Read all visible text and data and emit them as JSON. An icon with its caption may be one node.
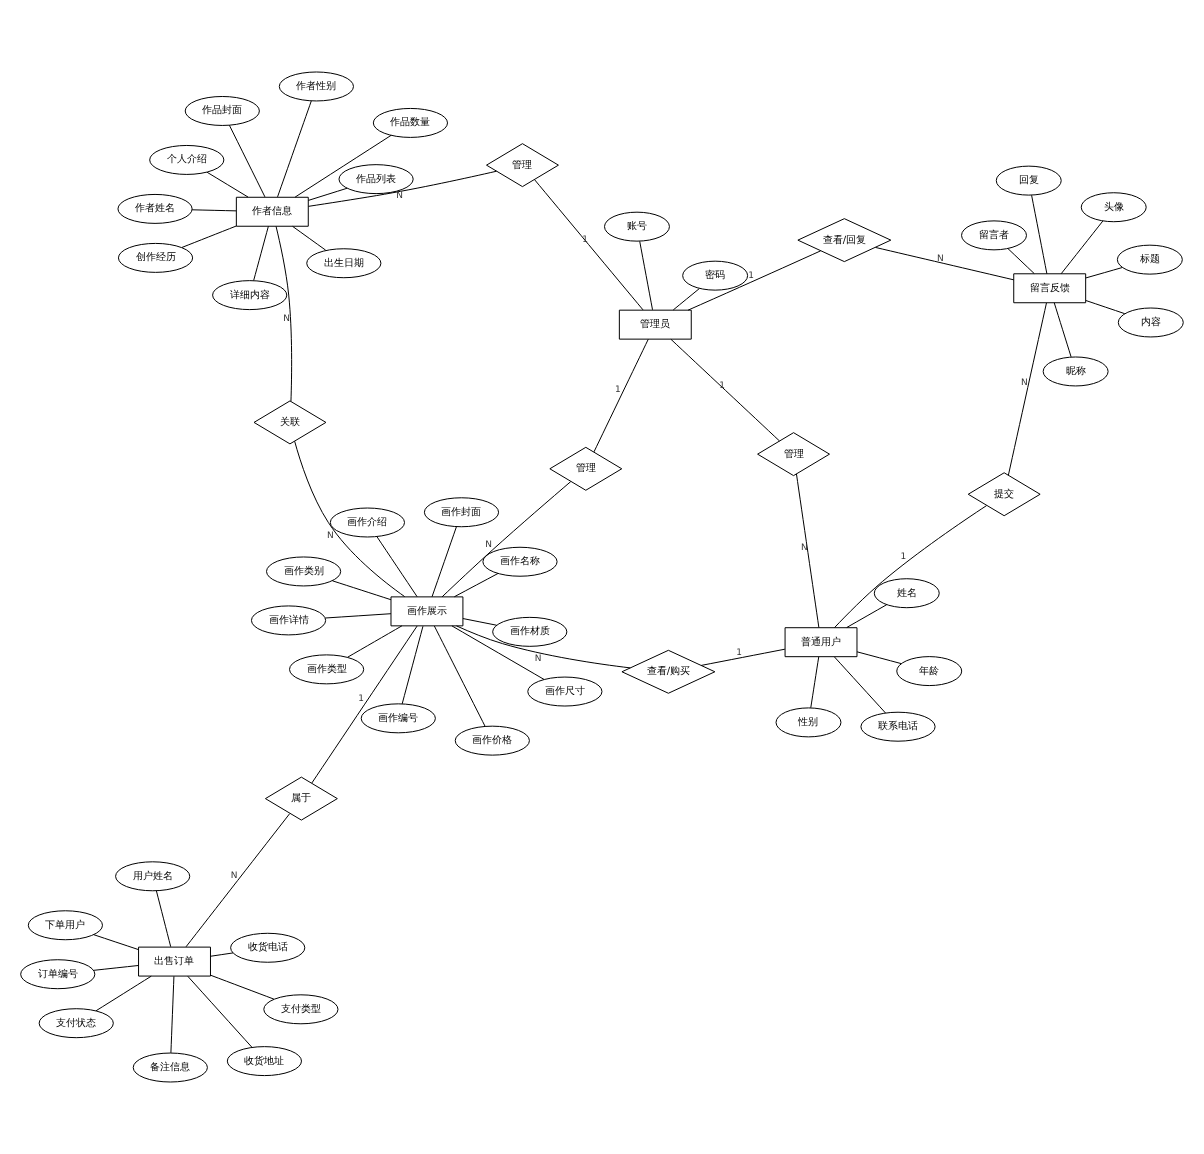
{
  "diagram": {
    "nodes": [
      {
        "text": [
          "收货电话"
        ]
      },
      {
        "text": [
          "备注信息"
        ]
      },
      {
        "text": [
          "收货地址"
        ]
      },
      {
        "text": [
          "支付状态"
        ]
      },
      {
        "text": [
          "用户姓名"
        ]
      },
      {
        "text": [
          "出售订单"
        ]
      },
      {
        "text": [
          "支付类型"
        ]
      },
      {
        "text": [
          "下单用户"
        ]
      },
      {
        "text": [
          "订单编号"
        ]
      },
      {
        "text": [
          "画作尺寸"
        ]
      },
      {
        "text": [
          "属于"
        ]
      },
      {
        "text": [
          "作品数量"
        ]
      },
      {
        "text": [
          "出生日期"
        ]
      },
      {
        "text": [
          "画作材质"
        ]
      },
      {
        "text": [
          "画作价格"
        ]
      },
      {
        "text": [
          "作品封面"
        ]
      },
      {
        "text": [
          "作者性别"
        ]
      },
      {
        "text": [
          "画作介绍"
        ]
      },
      {
        "text": [
          "画作封面"
        ]
      },
      {
        "text": [
          "创作经历"
        ]
      },
      {
        "text": [
          "作者姓名"
        ]
      },
      {
        "text": [
          "画作详情"
        ]
      },
      {
        "text": [
          "画作类别"
        ]
      },
      {
        "text": [
          "个人介绍"
        ]
      },
      {
        "text": [
          "作者信息"
        ]
      },
      {
        "text": [
          "关联"
        ]
      },
      {
        "text": [
          "画作展示"
        ]
      },
      {
        "text": [
          "画作类型"
        ]
      },
      {
        "text": [
          "作品列表"
        ]
      },
      {
        "text": [
          "画作名称"
        ]
      },
      {
        "text": [
          "管理"
        ]
      },
      {
        "text": [
          "管理"
        ]
      },
      {
        "text": [
          "查看/购买"
        ]
      },
      {
        "text": [
          "画作编号"
        ]
      },
      {
        "text": [
          "详细内容"
        ]
      },
      {
        "text": [
          "联系电话"
        ]
      },
      {
        "text": [
          "管理员"
        ]
      },
      {
        "text": [
          "管理"
        ]
      },
      {
        "text": [
          "普通用户"
        ]
      },
      {
        "text": [
          "姓名"
        ]
      },
      {
        "text": [
          "年龄"
        ]
      },
      {
        "text": [
          "账号"
        ]
      },
      {
        "text": [
          "密码"
        ]
      },
      {
        "text": [
          "性别"
        ]
      },
      {
        "text": [
          "查看/回复"
        ]
      },
      {
        "text": [
          "提交"
        ]
      },
      {
        "text": [
          "留言反馈"
        ]
      },
      {
        "text": [
          "标题"
        ]
      },
      {
        "text": [
          "回复"
        ]
      },
      {
        "text": [
          "内容"
        ]
      },
      {
        "text": [
          "留言者"
        ]
      },
      {
        "text": [
          "头像"
        ]
      },
      {
        "text": [
          "昵称"
        ]
      }
    ],
    "edges": [
      {
        "from": 5,
        "to": 1,
        "arrow": "none"
      },
      {
        "from": 5,
        "to": 0,
        "arrow": "none"
      },
      {
        "from": 5,
        "to": 2,
        "arrow": "none"
      },
      {
        "from": 5,
        "to": 3,
        "arrow": "none"
      },
      {
        "from": 5,
        "to": 6,
        "arrow": "none"
      },
      {
        "from": 5,
        "to": 4,
        "arrow": "none"
      },
      {
        "from": 5,
        "to": 7,
        "arrow": "none"
      },
      {
        "from": 5,
        "to": 8,
        "arrow": "none"
      },
      {
        "from": 5,
        "to": 10,
        "arrow": "none",
        "label": "N"
      },
      {
        "from": 10,
        "to": 26,
        "arrow": "none",
        "label": "1"
      },
      {
        "from": 26,
        "to": 9,
        "arrow": "none"
      },
      {
        "from": 26,
        "to": 13,
        "arrow": "none"
      },
      {
        "from": 26,
        "to": 17,
        "arrow": "none"
      },
      {
        "from": 26,
        "to": 21,
        "arrow": "none"
      },
      {
        "from": 26,
        "to": 14,
        "arrow": "none"
      },
      {
        "from": 26,
        "to": 18,
        "arrow": "none"
      },
      {
        "from": 26,
        "to": 22,
        "arrow": "none"
      },
      {
        "from": 26,
        "to": 27,
        "arrow": "none"
      },
      {
        "from": 26,
        "to": 29,
        "arrow": "none"
      },
      {
        "from": 26,
        "to": 33,
        "arrow": "none"
      },
      {
        "from": 24,
        "to": 11,
        "arrow": "none"
      },
      {
        "from": 24,
        "to": 12,
        "arrow": "none"
      },
      {
        "from": 24,
        "to": 15,
        "arrow": "none"
      },
      {
        "from": 24,
        "to": 16,
        "arrow": "none"
      },
      {
        "from": 24,
        "to": 19,
        "arrow": "none"
      },
      {
        "from": 24,
        "to": 20,
        "arrow": "none"
      },
      {
        "from": 24,
        "to": 23,
        "arrow": "none"
      },
      {
        "from": 24,
        "to": 28,
        "arrow": "none"
      },
      {
        "from": 24,
        "to": 34,
        "arrow": "none"
      },
      {
        "from": 24,
        "to": 25,
        "arrow": "none",
        "label": "N"
      },
      {
        "from": 25,
        "to": 26,
        "arrow": "none",
        "label": "N"
      },
      {
        "from": 24,
        "to": 30,
        "arrow": "none",
        "label": "N"
      },
      {
        "from": 30,
        "to": 36,
        "arrow": "none",
        "label": "1"
      },
      {
        "from": 36,
        "to": 31,
        "arrow": "none",
        "label": "1"
      },
      {
        "from": 31,
        "to": 26,
        "arrow": "none",
        "label": "N"
      },
      {
        "from": 26,
        "to": 32,
        "arrow": "none",
        "label": "N"
      },
      {
        "from": 32,
        "to": 38,
        "arrow": "none",
        "label": "1"
      },
      {
        "from": 36,
        "to": 37,
        "arrow": "none",
        "label": "1"
      },
      {
        "from": 37,
        "to": 38,
        "arrow": "none",
        "label": "N"
      },
      {
        "from": 38,
        "to": 35,
        "arrow": "none"
      },
      {
        "from": 38,
        "to": 39,
        "arrow": "none"
      },
      {
        "from": 38,
        "to": 40,
        "arrow": "none"
      },
      {
        "from": 38,
        "to": 43,
        "arrow": "none"
      },
      {
        "from": 36,
        "to": 41,
        "arrow": "none"
      },
      {
        "from": 36,
        "to": 42,
        "arrow": "none"
      },
      {
        "from": 36,
        "to": 44,
        "arrow": "none",
        "label": "1"
      },
      {
        "from": 44,
        "to": 46,
        "arrow": "none",
        "label": "N"
      },
      {
        "from": 38,
        "to": 45,
        "arrow": "none",
        "label": "1"
      },
      {
        "from": 45,
        "to": 46,
        "arrow": "none",
        "label": "N"
      },
      {
        "from": 46,
        "to": 48,
        "arrow": "none"
      },
      {
        "from": 46,
        "to": 50,
        "arrow": "none"
      },
      {
        "from": 46,
        "to": 51,
        "arrow": "none"
      },
      {
        "from": 46,
        "to": 52,
        "arrow": "none"
      },
      {
        "from": 46,
        "to": 49,
        "arrow": "none"
      },
      {
        "from": 46,
        "to": 47,
        "arrow": "none"
      }
    ]
  }
}
